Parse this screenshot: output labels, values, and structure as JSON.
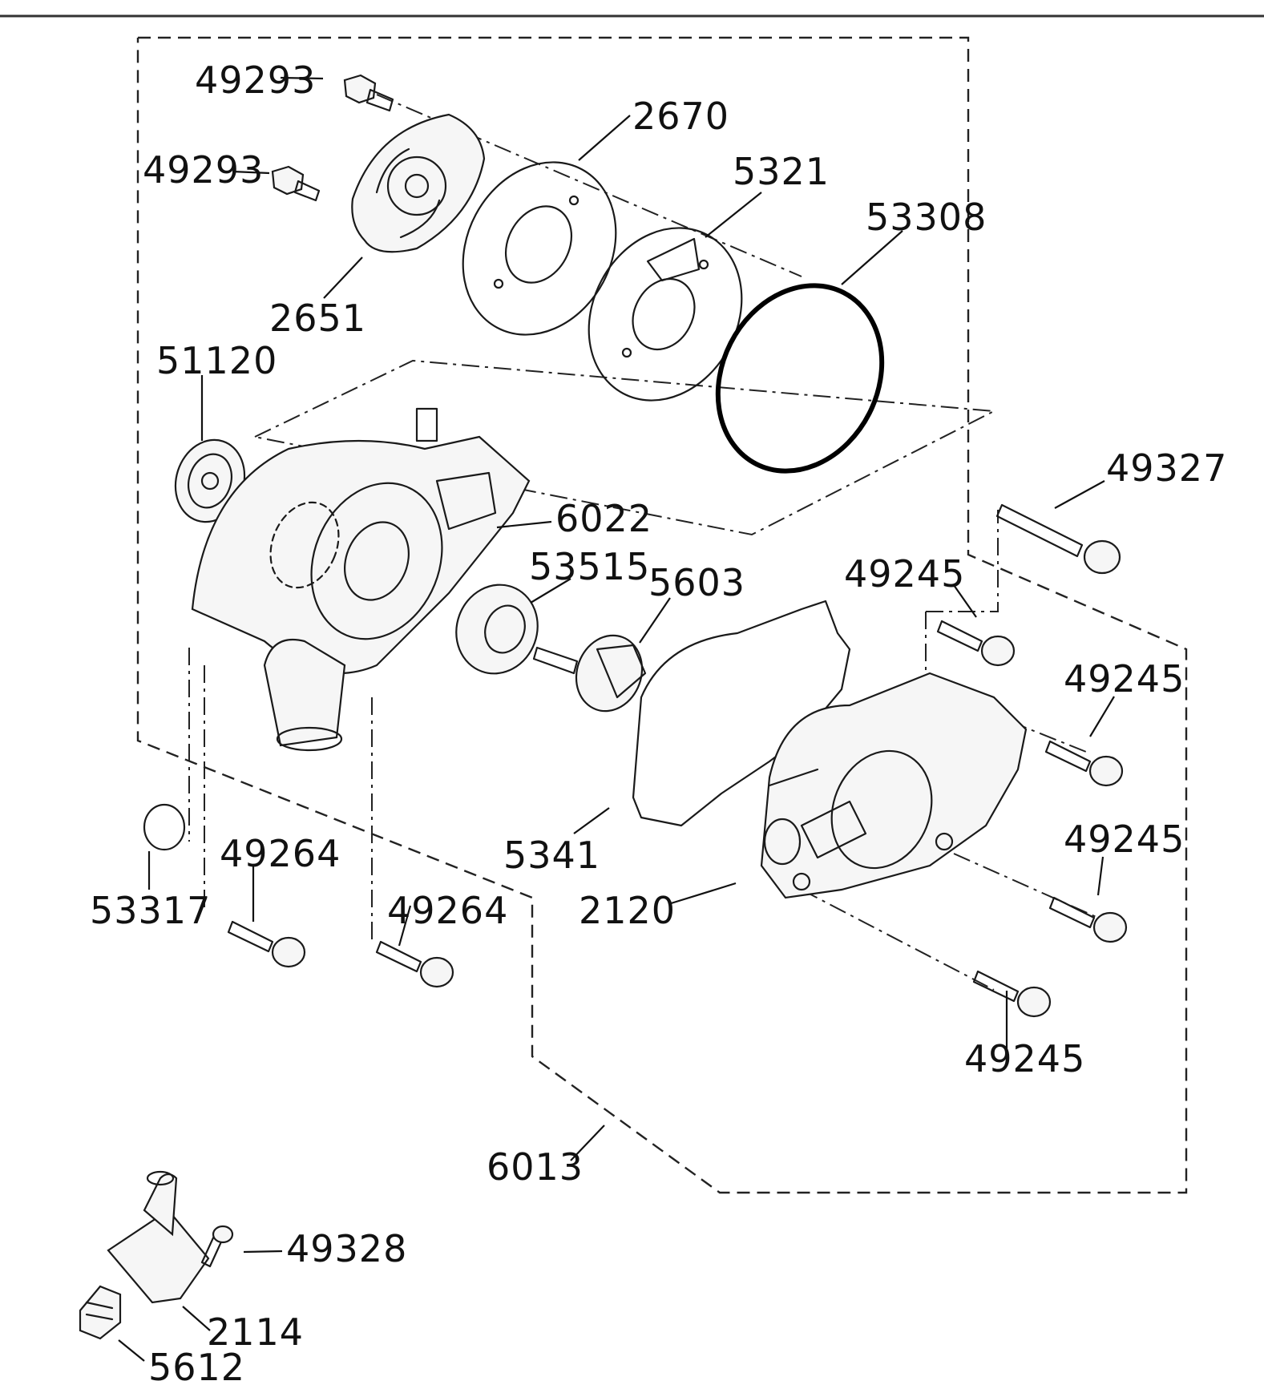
{
  "callouts": [
    {
      "id": "49293a",
      "label": "49293"
    },
    {
      "id": "49293b",
      "label": "49293"
    },
    {
      "id": "2670",
      "label": "2670"
    },
    {
      "id": "5321",
      "label": "5321"
    },
    {
      "id": "53308",
      "label": "53308"
    },
    {
      "id": "2651",
      "label": "2651"
    },
    {
      "id": "51120",
      "label": "51120"
    },
    {
      "id": "49327",
      "label": "49327"
    },
    {
      "id": "6022",
      "label": "6022"
    },
    {
      "id": "53515",
      "label": "53515"
    },
    {
      "id": "5603",
      "label": "5603"
    },
    {
      "id": "49245a",
      "label": "49245"
    },
    {
      "id": "49245b",
      "label": "49245"
    },
    {
      "id": "49245c",
      "label": "49245"
    },
    {
      "id": "49245d",
      "label": "49245"
    },
    {
      "id": "49264a",
      "label": "49264"
    },
    {
      "id": "49264b",
      "label": "49264"
    },
    {
      "id": "53317",
      "label": "53317"
    },
    {
      "id": "5341",
      "label": "5341"
    },
    {
      "id": "2120",
      "label": "2120"
    },
    {
      "id": "6013",
      "label": "6013"
    },
    {
      "id": "49328",
      "label": "49328"
    },
    {
      "id": "2114",
      "label": "2114"
    },
    {
      "id": "5612",
      "label": "5612"
    }
  ]
}
